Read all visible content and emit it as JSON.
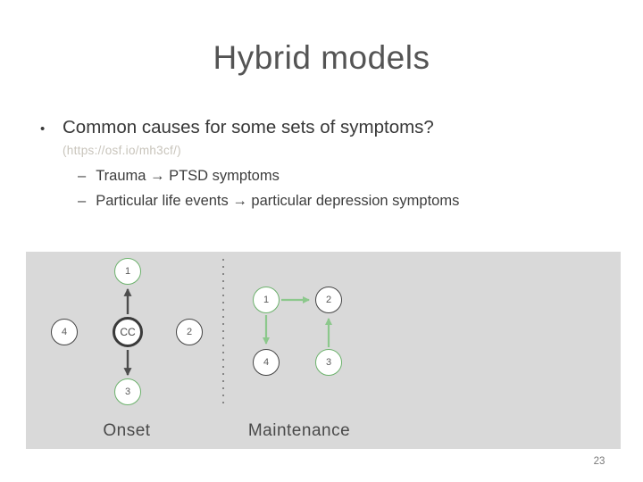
{
  "slide": {
    "title": "Hybrid models",
    "page_number": "23",
    "bullets": {
      "glyph": "•",
      "main": "Common causes for some sets of symptoms?",
      "link": "(https://osf.io/mh3cf/)",
      "dash": "–",
      "sub1": "Trauma → PTSD symptoms",
      "sub2": "Particular life events → particular depression symptoms"
    }
  },
  "diagram": {
    "onset": {
      "label": "Onset",
      "node1": "1",
      "node2": "2",
      "node3": "3",
      "node4": "4",
      "cc": "CC",
      "edges": "CC→1, CC→3"
    },
    "maintenance": {
      "label": "Maintenance",
      "node1": "1",
      "node2": "2",
      "node3": "3",
      "node4": "4",
      "edges": "1→2, 1→4, 3→2"
    },
    "colors": {
      "panel_bg": "#d9d9d9",
      "green_node_outline": "#6cb26c",
      "dark_node_outline": "#454545",
      "dark_arrow": "#4d4d4d",
      "green_arrow": "#8cc88c"
    }
  }
}
